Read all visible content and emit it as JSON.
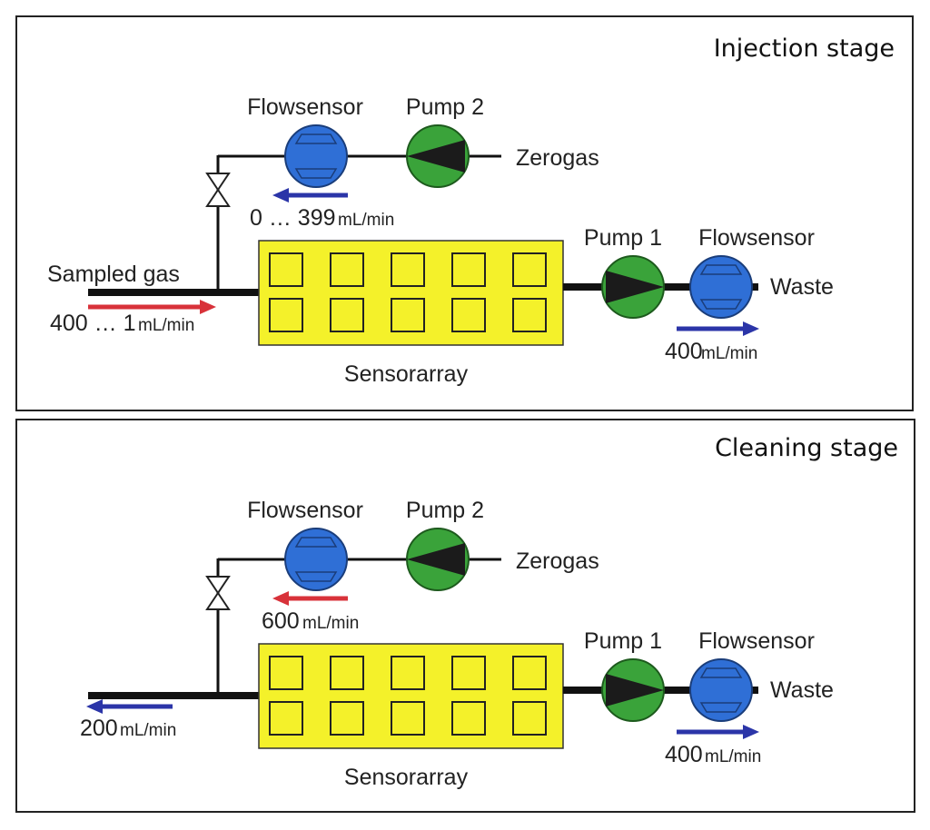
{
  "colors": {
    "sensorarray_fill": "#f4f12a",
    "flowsensor_fill": "#2f6fd6",
    "pump_fill": "#3aa33a",
    "arrow_blue": "#2b35a8",
    "arrow_red": "#d8323a",
    "pipe": "#111111"
  },
  "panels": [
    {
      "title": "Injection stage",
      "top_flowsensor_label": "Flowsensor",
      "pump2_label": "Pump 2",
      "zerogas_label": "Zerogas",
      "top_flow_value": "0 … 399",
      "top_flow_unit": "mL/min",
      "top_arrow_color": "blue",
      "inlet_label": "Sampled gas",
      "inlet_flow_value": "400 … 1",
      "inlet_flow_unit": "mL/min",
      "inlet_arrow_color": "red",
      "inlet_arrow_direction": "right",
      "sensorarray_label": "Sensorarray",
      "pump1_label": "Pump 1",
      "right_flowsensor_label": "Flowsensor",
      "waste_label": "Waste",
      "outlet_flow_value": "400",
      "outlet_flow_unit": "mL/min"
    },
    {
      "title": "Cleaning stage",
      "top_flowsensor_label": "Flowsensor",
      "pump2_label": "Pump 2",
      "zerogas_label": "Zerogas",
      "top_flow_value": "600",
      "top_flow_unit": "mL/min",
      "top_arrow_color": "red",
      "inlet_label": "",
      "inlet_flow_value": "200",
      "inlet_flow_unit": "mL/min",
      "inlet_arrow_color": "blue",
      "inlet_arrow_direction": "left",
      "sensorarray_label": "Sensorarray",
      "pump1_label": "Pump 1",
      "right_flowsensor_label": "Flowsensor",
      "waste_label": "Waste",
      "outlet_flow_value": "400",
      "outlet_flow_unit": "mL/min"
    }
  ]
}
